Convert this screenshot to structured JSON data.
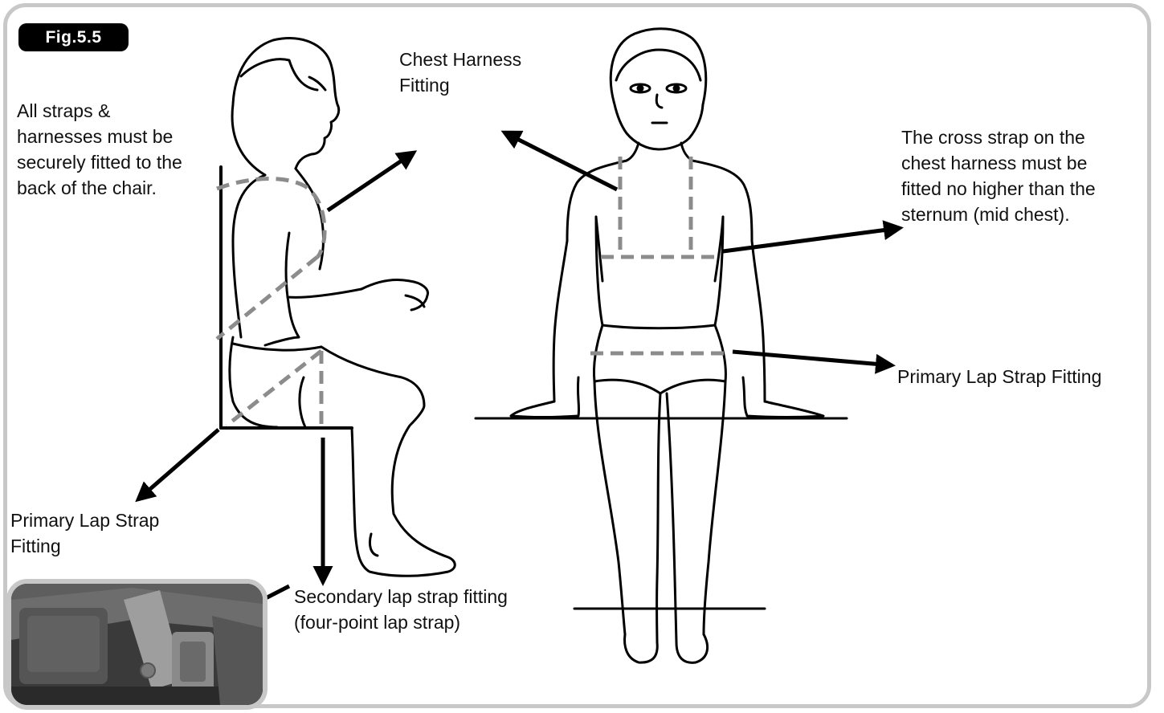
{
  "figure": {
    "label": "Fig.5.5"
  },
  "labels": {
    "straps_note": "All straps &\nharnesses must be\nsecurely fitted to the\nback of the chair.",
    "chest_harness": "Chest Harness\nFitting",
    "cross_strap_note": "The cross strap on the\nchest harness must be\nfitted no higher than the\nsternum (mid chest).",
    "primary_lap_strap_side": "Primary Lap Strap\nFitting",
    "primary_lap_strap_front": "Primary Lap Strap Fitting",
    "secondary_lap_strap": "Secondary lap strap fitting\n(four-point lap strap)"
  },
  "colors": {
    "frame_border": "#c8c8c8",
    "badge_bg": "#000000",
    "badge_text": "#ffffff",
    "strap_dash": "#8c8c8c",
    "arrow": "#000000",
    "line_art": "#000000"
  },
  "icons": {
    "photo": "lap-strap-buckle-photo"
  }
}
